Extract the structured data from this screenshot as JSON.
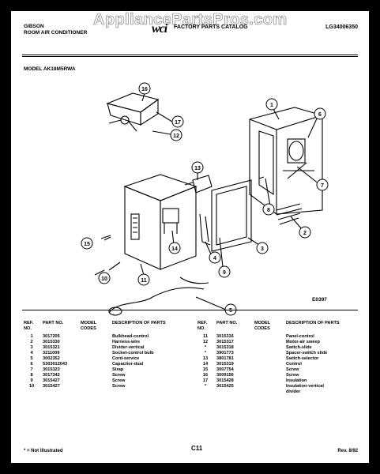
{
  "watermark": "AppliancePartsPros.com",
  "header": {
    "brand": "GIBSON",
    "product": "ROOM AIR CONDITIONER",
    "logo_text": "wci",
    "catalog_title": "FACTORY PARTS CATALOG",
    "catalog_code": "LG34006350"
  },
  "model_label": "MODEL AK18M5RWA",
  "figure_id": "E0397",
  "callouts": [
    "1",
    "2",
    "3",
    "4",
    "5",
    "6",
    "7",
    "8",
    "9",
    "10",
    "11",
    "12",
    "13",
    "14",
    "15",
    "16",
    "17"
  ],
  "columns": {
    "ref": "REF. NO.",
    "part": "PART NO.",
    "model": "MODEL CODES",
    "desc": "DESCRIPTION OF PARTS"
  },
  "parts_left": [
    {
      "ref": "1",
      "part": "3017205",
      "desc": "Bulkhead-control"
    },
    {
      "ref": "2",
      "part": "3015330",
      "desc": "Harness-wire"
    },
    {
      "ref": "3",
      "part": "3015321",
      "desc": "Divider-vertical"
    },
    {
      "ref": "4",
      "part": "3211009",
      "desc": "Socket-control bulb"
    },
    {
      "ref": "5",
      "part": "3002352",
      "desc": "Cord-service"
    },
    {
      "ref": "6",
      "part": "5303012043",
      "desc": "Capacitor-dual"
    },
    {
      "ref": "7",
      "part": "3015323",
      "desc": "Strap"
    },
    {
      "ref": "8",
      "part": "3017342",
      "desc": "Screw"
    },
    {
      "ref": "9",
      "part": "3015427",
      "desc": "Screw"
    },
    {
      "ref": "10",
      "part": "3015427",
      "desc": "Screw"
    }
  ],
  "parts_right": [
    {
      "ref": "11",
      "part": "3015316",
      "desc": "Panel-control"
    },
    {
      "ref": "12",
      "part": "3015317",
      "desc": "Motor-air sweep"
    },
    {
      "ref": "*",
      "part": "3015318",
      "desc": "Switch-slide"
    },
    {
      "ref": "*",
      "part": "3901773",
      "desc": "Spacer-switch slide"
    },
    {
      "ref": "13",
      "part": "3801781",
      "desc": "Switch-selector"
    },
    {
      "ref": "14",
      "part": "3015319",
      "desc": "Control"
    },
    {
      "ref": "15",
      "part": "3007754",
      "desc": "Screw"
    },
    {
      "ref": "16",
      "part": "3009156",
      "desc": "Screw"
    },
    {
      "ref": "17",
      "part": "3015428",
      "desc": "Insulation"
    },
    {
      "ref": "*",
      "part": "3015425",
      "desc": "Insulation-vertical"
    },
    {
      "ref": "",
      "part": "",
      "desc": "divider"
    }
  ],
  "footnote": "* = Not Illustrated",
  "page_number": "C11",
  "revision": "Rev. 8/92"
}
